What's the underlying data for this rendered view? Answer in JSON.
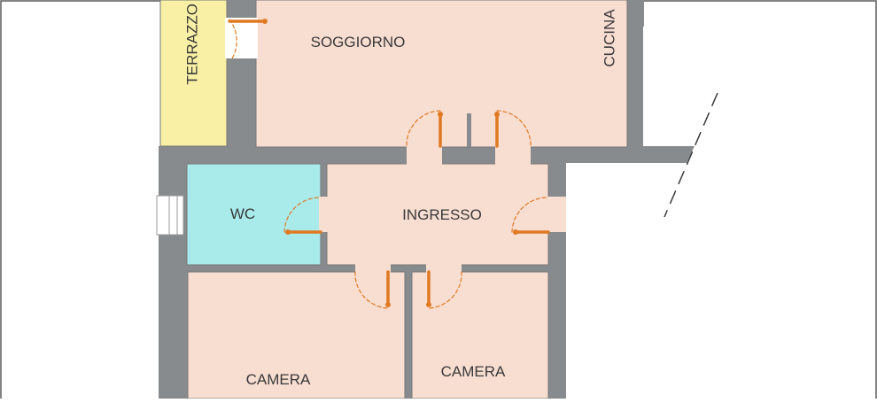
{
  "plan": {
    "rooms": {
      "terrazzo": "TERRAZZO",
      "soggiorno": "SOGGIORNO",
      "cucina": "CUCINA",
      "wc": "WC",
      "ingresso": "INGRESSO",
      "camera_left": "CAMERA",
      "camera_right": "CAMERA"
    },
    "colors": {
      "wall": "#888b8d",
      "room": "#f8ddd1",
      "wc": "#a9eaea",
      "terrace": "#faf0a5",
      "door": "#e07a22",
      "frame": "#5a5a5a",
      "text": "#3a3a3a"
    }
  }
}
